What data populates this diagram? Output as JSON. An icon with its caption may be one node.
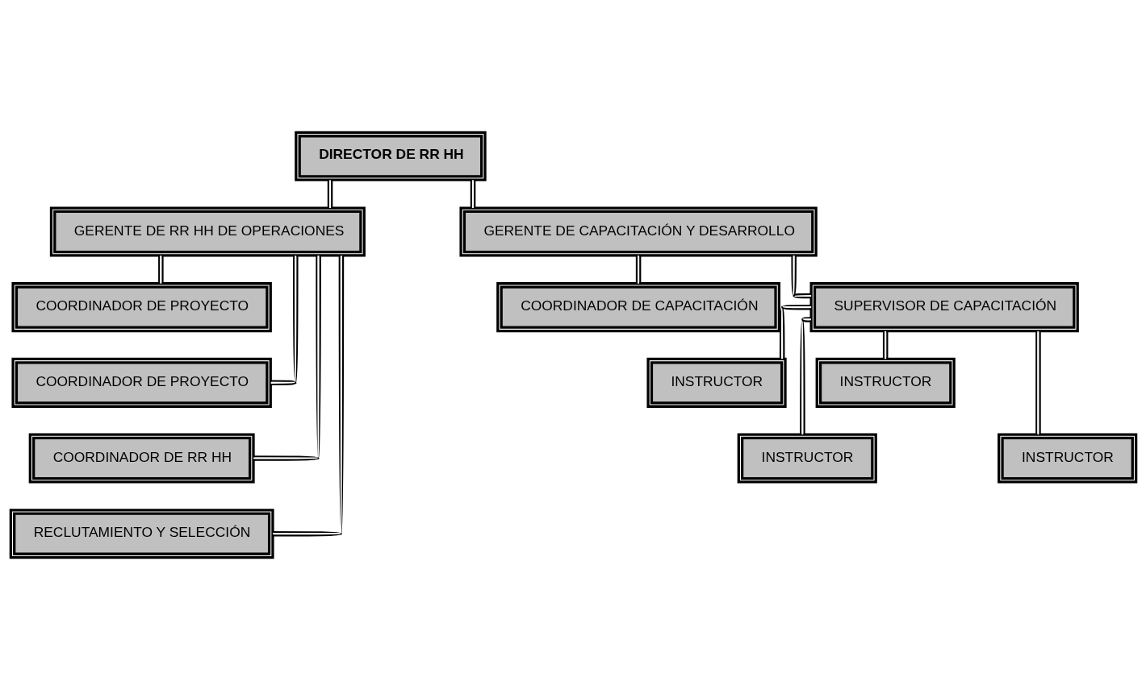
{
  "diagram": {
    "nodes": [
      {
        "text": [
          "DIRECTOR DE RR HH"
        ]
      },
      {
        "text": [
          "GERENTE DE RR HH DE OPERACIONES"
        ]
      },
      {
        "text": [
          "GERENTE DE CAPACITACIÓN Y DESARROLLO"
        ]
      },
      {
        "text": [
          "COORDINADOR DE PROYECTO"
        ]
      },
      {
        "text": [
          "COORDINADOR DE PROYECTO"
        ]
      },
      {
        "text": [
          "COORDINADOR DE RR HH"
        ]
      },
      {
        "text": [
          "RECLUTAMIENTO Y SELECCIÓN"
        ]
      },
      {
        "text": [
          "COORDINADOR DE CAPACITACIÓN"
        ]
      },
      {
        "text": [
          "SUPERVISOR DE CAPACITACIÓN"
        ]
      },
      {
        "text": [
          "INSTRUCTOR"
        ]
      },
      {
        "text": [
          "INSTRUCTOR"
        ]
      },
      {
        "text": [
          "INSTRUCTOR"
        ]
      },
      {
        "text": [
          "INSTRUCTOR"
        ]
      }
    ],
    "edges": [
      {
        "from": 0,
        "to": 1,
        "arrow": "none"
      },
      {
        "from": 0,
        "to": 2,
        "arrow": "none"
      },
      {
        "from": 1,
        "to": 3,
        "arrow": "none"
      },
      {
        "from": 1,
        "to": 4,
        "arrow": "none"
      },
      {
        "from": 1,
        "to": 5,
        "arrow": "none"
      },
      {
        "from": 1,
        "to": 6,
        "arrow": "none"
      },
      {
        "from": 2,
        "to": 7,
        "arrow": "none"
      },
      {
        "from": 2,
        "to": 8,
        "arrow": "none"
      },
      {
        "from": 8,
        "to": 9,
        "arrow": "none"
      },
      {
        "from": 8,
        "to": 10,
        "arrow": "none"
      },
      {
        "from": 8,
        "to": 11,
        "arrow": "none"
      },
      {
        "from": 8,
        "to": 12,
        "arrow": "none"
      }
    ]
  }
}
